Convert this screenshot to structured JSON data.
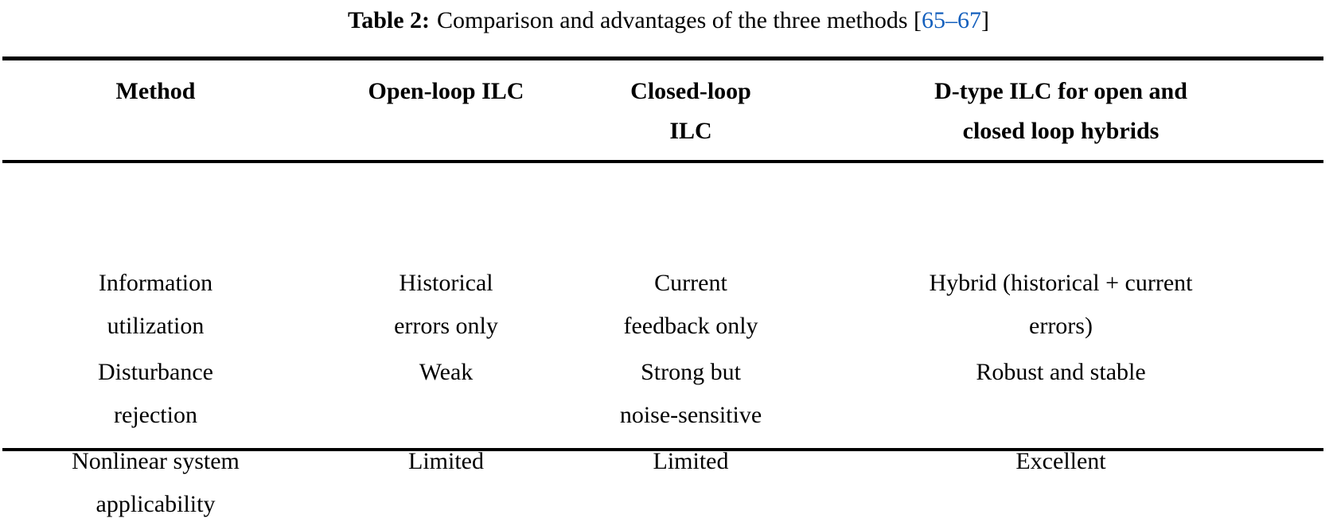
{
  "caption": {
    "label": "Table 2:",
    "text": "Comparison and advantages of the three methods",
    "cite_open": "[",
    "cite_ref": "65–67",
    "cite_close": "]",
    "cite_color": "#1560bd"
  },
  "table": {
    "columns": [
      {
        "key": "method",
        "header_lines": [
          "Method"
        ]
      },
      {
        "key": "open_loop",
        "header_lines": [
          "Open-loop ILC"
        ]
      },
      {
        "key": "closed_loop",
        "header_lines": [
          "Closed-loop",
          "ILC"
        ]
      },
      {
        "key": "d_type",
        "header_lines": [
          "D-type ILC for open and",
          "closed loop hybrids"
        ]
      }
    ],
    "headers": {
      "method": "Method",
      "open_loop": "Open-loop ILC",
      "closed_loop_l1": "Closed-loop",
      "closed_loop_l2": "ILC",
      "d_type_l1": "D-type ILC for open and",
      "d_type_l2": "closed loop hybrids"
    },
    "rows": [
      {
        "method_l1": "Information",
        "method_l2": "utilization",
        "open_loop_l1": "Historical",
        "open_loop_l2": "errors only",
        "closed_loop_l1": "Current",
        "closed_loop_l2": "feedback only",
        "d_type_l1": "Hybrid (historical + current",
        "d_type_l2": "errors)"
      },
      {
        "method_l1": "Disturbance",
        "method_l2": "rejection",
        "open_loop_l1": "Weak",
        "open_loop_l2": "",
        "closed_loop_l1": "Strong but",
        "closed_loop_l2": "noise-sensitive",
        "d_type_l1": "Robust and stable",
        "d_type_l2": ""
      },
      {
        "method_l1": "Nonlinear system",
        "method_l2": "applicability",
        "open_loop_l1": "Limited",
        "open_loop_l2": "",
        "closed_loop_l1": "Limited",
        "closed_loop_l2": "",
        "d_type_l1": "Excellent",
        "d_type_l2": ""
      }
    ]
  }
}
